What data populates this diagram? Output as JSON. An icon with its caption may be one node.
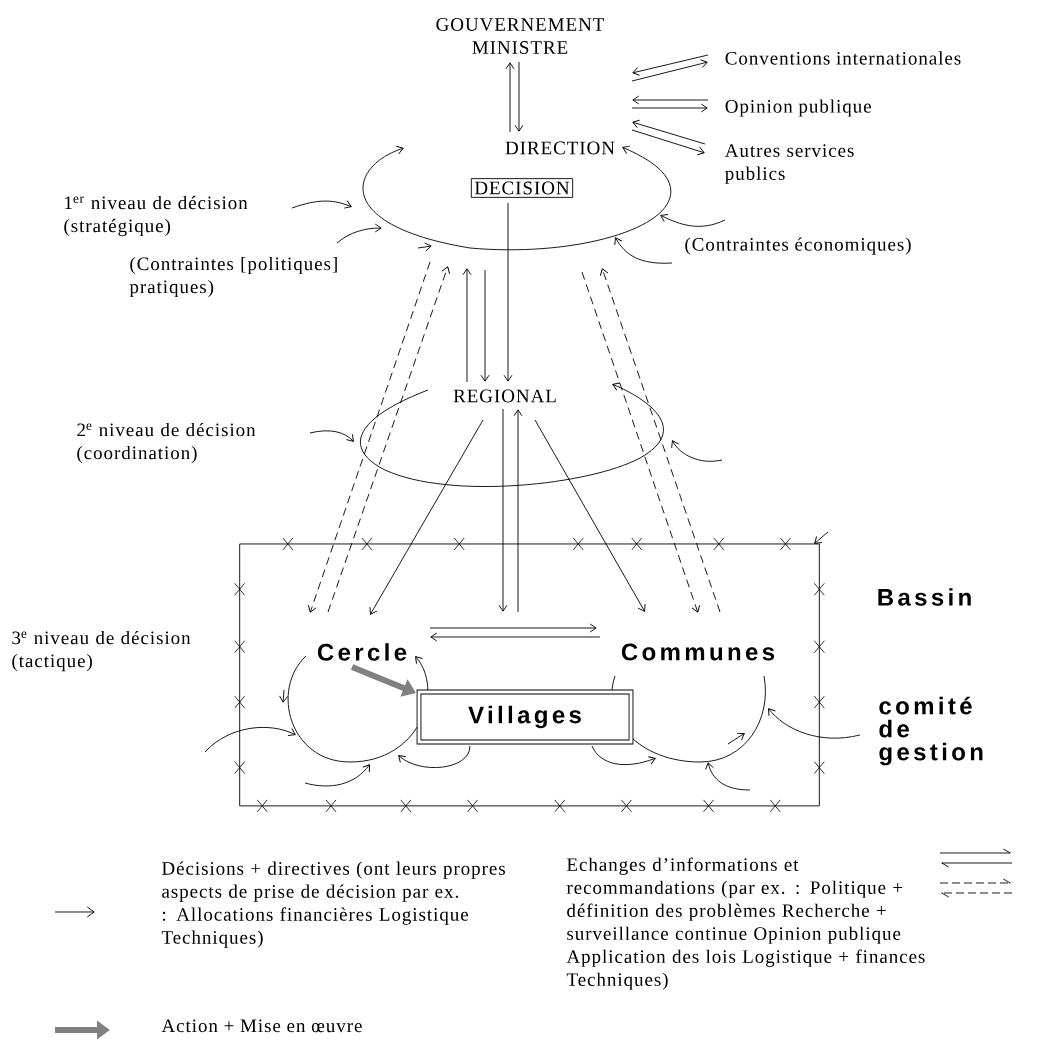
{
  "diagram": {
    "nodes": [
      {
        "text": [
          "GOUVERNEMENT MINISTRE"
        ]
      },
      {
        "text": [
          "DIRECTION"
        ]
      },
      {
        "text": [
          "DECISION"
        ]
      },
      {
        "text": [
          "Conventions internationales"
        ]
      },
      {
        "text": [
          "Opinion publique"
        ]
      },
      {
        "text": [
          "Autres services publics"
        ]
      },
      {
        "text": [
          "REGIONAL"
        ]
      },
      {
        "text": [
          "Bassin"
        ]
      },
      {
        "text": [
          "Cercle"
        ],
        "in": 7
      },
      {
        "text": [
          "Villages"
        ],
        "in": 7
      },
      {
        "text": [
          "Communes"
        ],
        "in": 7
      }
    ],
    "edges": [
      {
        "from": 1,
        "to": 0,
        "arrow": "to"
      },
      {
        "from": 0,
        "to": 1,
        "arrow": "to"
      },
      {
        "from": 3,
        "to": 0,
        "arrow": "to"
      },
      {
        "from": 0,
        "to": 3,
        "arrow": "to"
      },
      {
        "from": 4,
        "to": null,
        "arrow": "to"
      },
      {
        "from": null,
        "to": 4,
        "arrow": "to"
      },
      {
        "from": 5,
        "to": 1,
        "arrow": "to"
      },
      {
        "from": 1,
        "to": 5,
        "arrow": "to"
      },
      {
        "from": 2,
        "to": 6,
        "arrow": "to"
      },
      {
        "from": 6,
        "to": null,
        "arrow": "to"
      },
      {
        "from": null,
        "to": 6,
        "arrow": "to"
      },
      {
        "from": null,
        "to": 8,
        "arrow": "to",
        "style": "dashed"
      },
      {
        "from": 8,
        "to": null,
        "arrow": "to",
        "style": "dashed"
      },
      {
        "from": 10,
        "to": null,
        "arrow": "to",
        "style": "dashed"
      },
      {
        "from": null,
        "to": 10,
        "arrow": "to",
        "style": "dashed"
      },
      {
        "from": 6,
        "to": 8,
        "arrow": "to"
      },
      {
        "from": 6,
        "to": 10,
        "arrow": "to"
      },
      {
        "from": 8,
        "to": 10,
        "arrow": "to"
      },
      {
        "from": 10,
        "to": 8,
        "arrow": "to"
      },
      {
        "from": 6,
        "to": null,
        "arrow": "to"
      },
      {
        "from": null,
        "to": 6,
        "arrow": "to"
      },
      {
        "from": 8,
        "to": 9,
        "arrow": "to",
        "style": "thick",
        "color": "#808080"
      },
      {
        "from": 9,
        "to": null,
        "arrow": "to"
      },
      {
        "from": 9,
        "to": null,
        "arrow": "to"
      },
      {
        "from": null,
        "to": 7,
        "arrow": "to"
      }
    ],
    "labels": [
      "1$^{er}$ niveau de décision (stratégique)",
      "(Contraintes économiques)",
      "(Contraintes [politiques] pratiques)",
      "2$^{e}$ niveau de décision (coordination)",
      "3$^{e}$ niveau de décision (tactique)",
      "comité de gestion"
    ],
    "legend": [
      {
        "text": "Décisions + directives (ont leurs propres aspects de prise de décision par ex. : Allocations financières Logistique Techniques)"
      },
      {
        "text": "Action + Mise en œuvre"
      },
      {
        "text": "Echanges d’informations et recommandations (par ex. : Politique + définition des problèmes Recherche + surveillance continue Opinion publique Application des lois Logistique + finances Techniques)"
      }
    ]
  }
}
